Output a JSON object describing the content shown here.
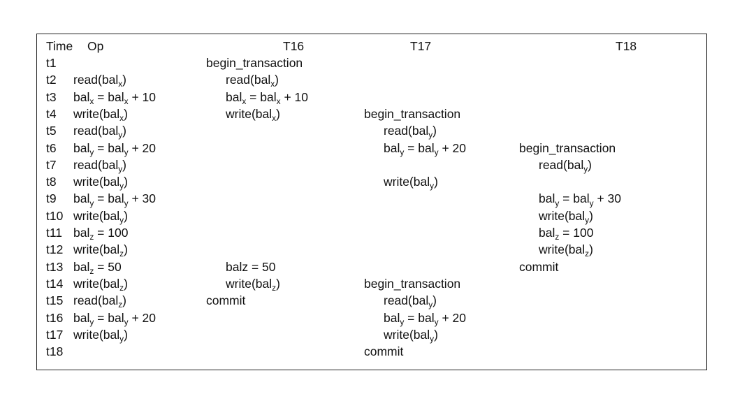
{
  "header": {
    "time": "Time",
    "op": "Op",
    "t16": "T16",
    "t17": "T17",
    "t18": "T18"
  },
  "rows": [
    {
      "time": "t1",
      "op": "",
      "t16": "begin_transaction",
      "t17": "",
      "t18": ""
    },
    {
      "time": "t2",
      "op": "read(bal_x)",
      "t16": "  read(bal_x)",
      "t17": "",
      "t18": ""
    },
    {
      "time": "t3",
      "op": "bal_x = bal_x + 10",
      "t16": "  bal_x = bal_x + 10",
      "t17": "",
      "t18": ""
    },
    {
      "time": "t4",
      "op": "write(bal_x)",
      "t16": "  write(bal_x)",
      "t17": "begin_transaction",
      "t18": ""
    },
    {
      "time": "t5",
      "op": "read(bal_y)",
      "t16": "",
      "t17": "  read(bal_y)",
      "t18": ""
    },
    {
      "time": "t6",
      "op": "bal_y = bal_y + 20",
      "t16": "",
      "t17": "  bal_y = bal_y + 20",
      "t18": "begin_transaction"
    },
    {
      "time": "t7",
      "op": "read(bal_y)",
      "t16": "",
      "t17": "",
      "t18": "  read(bal_y)"
    },
    {
      "time": "t8",
      "op": "write(bal_y)",
      "t16": "",
      "t17": "  write(bal_y)",
      "t18": ""
    },
    {
      "time": "t9",
      "op": "bal_y = bal_y + 30",
      "t16": "",
      "t17": "",
      "t18": "  bal_y = bal_y + 30"
    },
    {
      "time": "t10",
      "op": "write(bal_y)",
      "t16": "",
      "t17": "",
      "t18": "  write(bal_y)"
    },
    {
      "time": "t11",
      "op": "bal_z = 100",
      "t16": "",
      "t17": "",
      "t18": "  bal_z = 100"
    },
    {
      "time": "t12",
      "op": "write(bal_z)",
      "t16": "",
      "t17": "",
      "t18": "  write(bal_z)"
    },
    {
      "time": "t13",
      "op": "bal_z = 50",
      "t16": "  balz = 50",
      "t17": "",
      "t18": "commit"
    },
    {
      "time": "t14",
      "op": "write(bal_z)",
      "t16": "  write(bal_z)",
      "t17": "begin_transaction",
      "t18": ""
    },
    {
      "time": "t15",
      "op": "read(bal_z)",
      "t16": "commit",
      "t17": "  read(bal_y)",
      "t18": ""
    },
    {
      "time": "t16",
      "op": "bal_y = bal_y + 20",
      "t16": "",
      "t17": "  bal_y = bal_y + 20",
      "t18": ""
    },
    {
      "time": "t17",
      "op": "write(bal_y)",
      "t16": "",
      "t17": "  write(bal_y)",
      "t18": ""
    },
    {
      "time": "t18",
      "op": "",
      "t16": "",
      "t17": "commit",
      "t18": ""
    }
  ]
}
